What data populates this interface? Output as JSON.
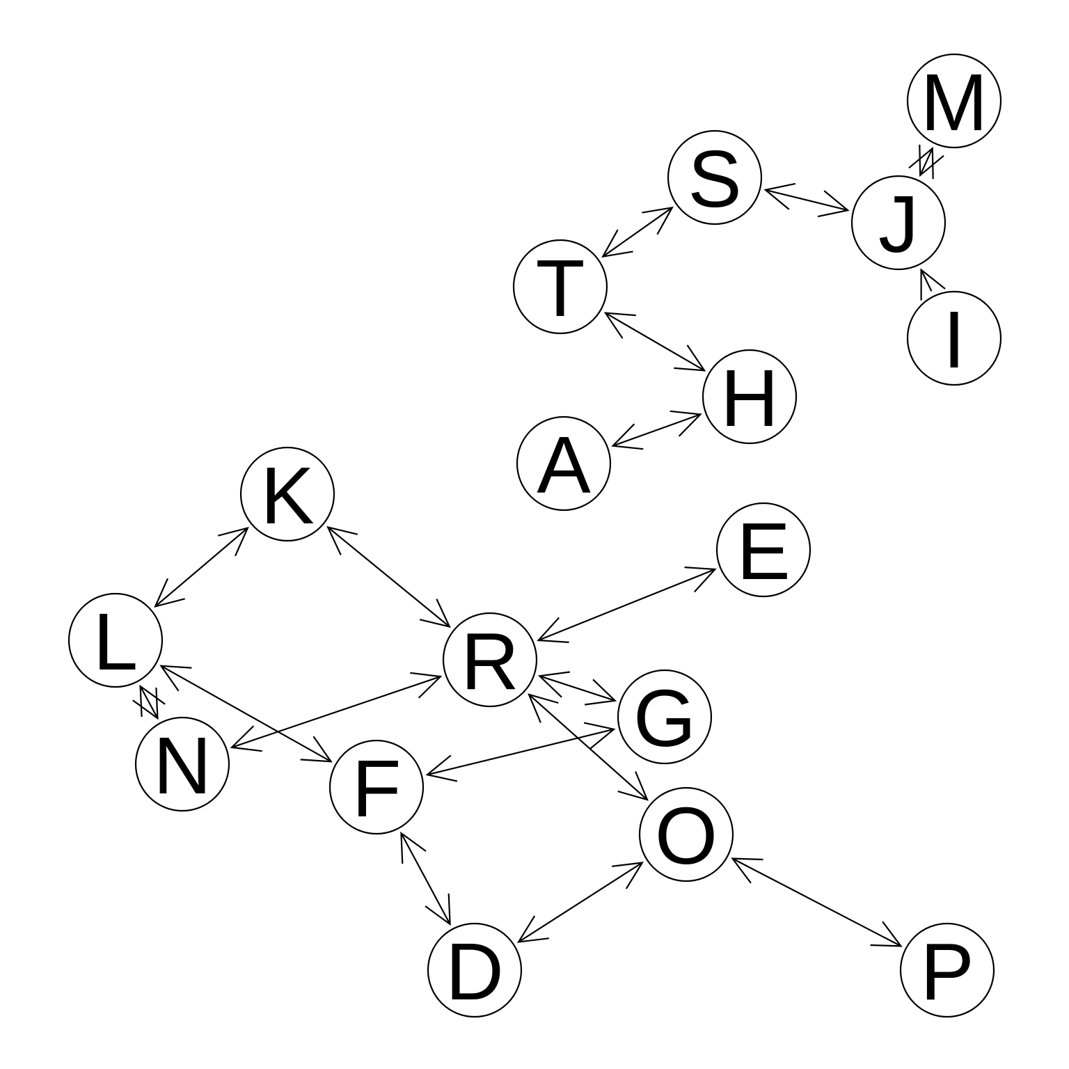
{
  "diagram": {
    "type": "directed-graph",
    "nodes": [
      {
        "id": "A",
        "label": "A"
      },
      {
        "id": "D",
        "label": "D"
      },
      {
        "id": "E",
        "label": "E"
      },
      {
        "id": "F",
        "label": "F"
      },
      {
        "id": "G",
        "label": "G"
      },
      {
        "id": "H",
        "label": "H"
      },
      {
        "id": "I",
        "label": "I"
      },
      {
        "id": "J",
        "label": "J"
      },
      {
        "id": "K",
        "label": "K"
      },
      {
        "id": "L",
        "label": "L"
      },
      {
        "id": "M",
        "label": "M"
      },
      {
        "id": "N",
        "label": "N"
      },
      {
        "id": "O",
        "label": "O"
      },
      {
        "id": "P",
        "label": "P"
      },
      {
        "id": "R",
        "label": "R"
      },
      {
        "id": "S",
        "label": "S"
      },
      {
        "id": "T",
        "label": "T"
      }
    ],
    "edges": [
      {
        "from": "S",
        "to": "T",
        "bidirectional": true
      },
      {
        "from": "S",
        "to": "J",
        "bidirectional": true
      },
      {
        "from": "J",
        "to": "M",
        "bidirectional": true
      },
      {
        "from": "I",
        "to": "J",
        "bidirectional": false
      },
      {
        "from": "T",
        "to": "H",
        "bidirectional": true
      },
      {
        "from": "H",
        "to": "A",
        "bidirectional": true
      },
      {
        "from": "K",
        "to": "L",
        "bidirectional": true
      },
      {
        "from": "K",
        "to": "R",
        "bidirectional": true
      },
      {
        "from": "R",
        "to": "E",
        "bidirectional": true
      },
      {
        "from": "R",
        "to": "G",
        "bidirectional": true
      },
      {
        "from": "R",
        "to": "N",
        "bidirectional": true
      },
      {
        "from": "R",
        "to": "O",
        "bidirectional": true
      },
      {
        "from": "L",
        "to": "F",
        "bidirectional": true
      },
      {
        "from": "L",
        "to": "N",
        "bidirectional": true
      },
      {
        "from": "G",
        "to": "F",
        "bidirectional": true
      },
      {
        "from": "F",
        "to": "D",
        "bidirectional": true
      },
      {
        "from": "D",
        "to": "O",
        "bidirectional": true
      },
      {
        "from": "O",
        "to": "P",
        "bidirectional": true
      }
    ],
    "colors": {
      "stroke": "#000000",
      "fill": "#ffffff",
      "text": "#000000"
    }
  }
}
